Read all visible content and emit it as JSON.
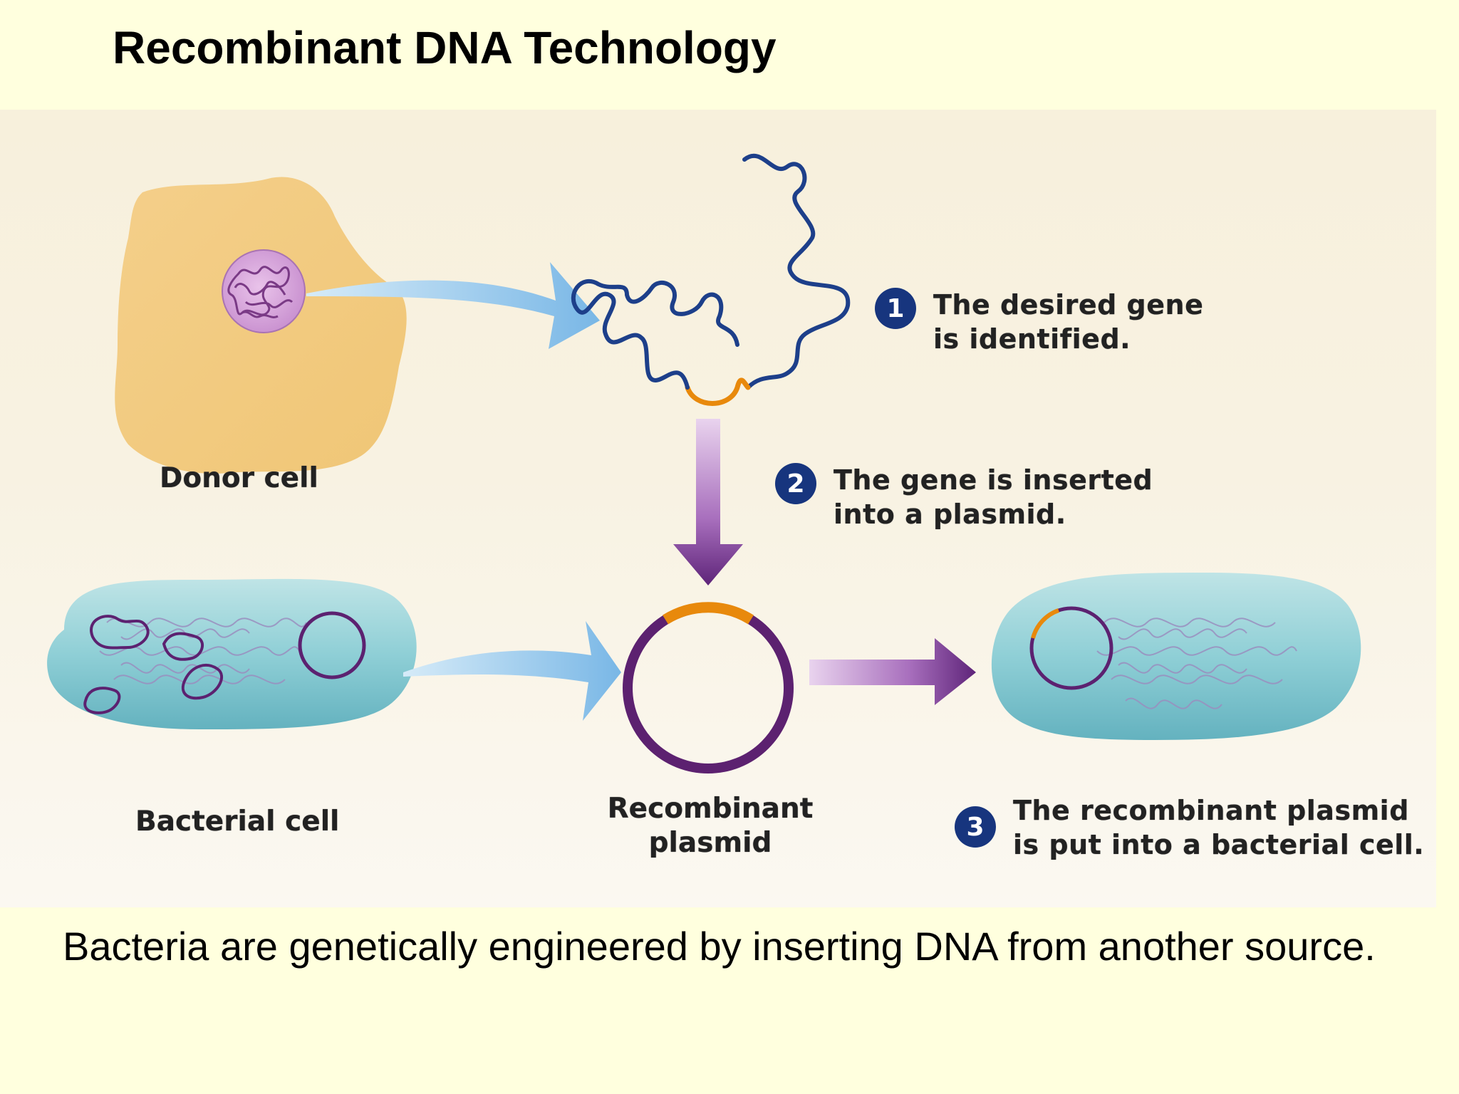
{
  "title": "Recombinant DNA Technology",
  "labels": {
    "donor_cell": "Donor cell",
    "bacterial_cell": "Bacterial cell",
    "recombinant_plasmid_line1": "Recombinant",
    "recombinant_plasmid_line2": "plasmid"
  },
  "steps": [
    {
      "number": "1",
      "line1": "The desired gene",
      "line2": "is identified."
    },
    {
      "number": "2",
      "line1": "The gene is inserted",
      "line2": "into a plasmid."
    },
    {
      "number": "3",
      "line1": "The recombinant plasmid",
      "line2": "is put into a bacterial cell."
    }
  ],
  "caption": "Bacteria are genetically engineered by inserting DNA from another source.",
  "colors": {
    "background": "#ffffde",
    "dna_strand": "#1d3f8a",
    "gene_segment": "#e8890c",
    "plasmid": "#5c2170",
    "step_badge": "#17357e",
    "light_arrow": "#8ec3ea",
    "purple_arrow": "#5e2479"
  }
}
